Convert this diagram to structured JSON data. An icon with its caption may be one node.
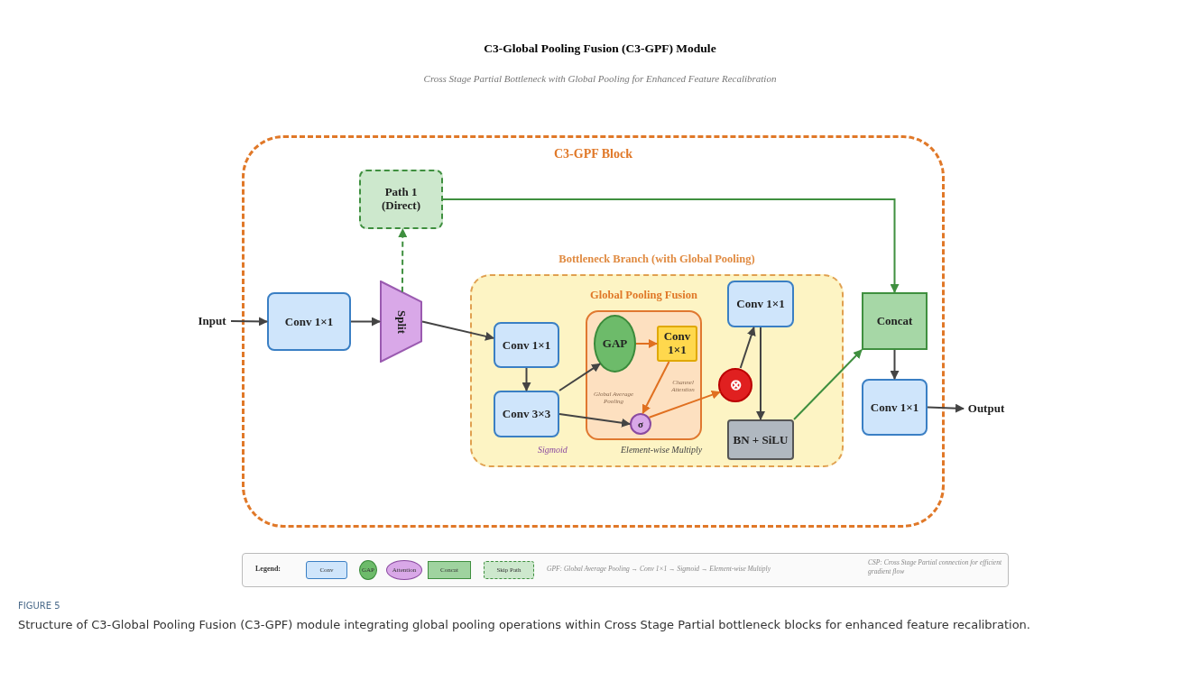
{
  "diagram": {
    "title": "C3-Global Pooling Fusion (C3-GPF) Module",
    "caption": "Structure of C3-Global Pooling Fusion (C3-GPF) module integrating global pooling operations within Cross Stage Partial bottleneck blocks for enhanced feature recalibration.",
    "nodes": [
      {
        "text": [
          "C3-GPF Block"
        ]
      },
      {
        "text": [
          "Input"
        ]
      },
      {
        "text": [
          "Conv 1×1"
        ],
        "in": 0
      },
      {
        "text": [
          "Split"
        ],
        "in": 0
      },
      {
        "text": [
          "Path 1 (Direct)"
        ],
        "in": 0
      },
      {
        "text": [
          "Bottleneck Branch (with Global Pooling)"
        ],
        "in": 0
      },
      {
        "text": [
          "Global Pooling Fusion",
          "Global Average Pooling",
          "Channel Attention"
        ],
        "in": 5
      },
      {
        "text": [
          "Conv 1×1"
        ],
        "in": 5
      },
      {
        "text": [
          "Conv 3×3"
        ],
        "in": 5
      },
      {
        "text": [
          "GAP"
        ],
        "in": 6
      },
      {
        "text": [
          "Conv 1×1"
        ],
        "in": 6
      },
      {
        "text": [
          "σ"
        ],
        "in": 6
      },
      {
        "text": [
          "⊗"
        ],
        "in": 5
      },
      {
        "text": [
          "Conv 1×1"
        ],
        "in": 5
      },
      {
        "text": [
          "BN + SiLU"
        ],
        "in": 5
      },
      {
        "text": [
          "Concat"
        ],
        "in": 0
      },
      {
        "text": [
          "Conv 1×1"
        ],
        "in": 0
      },
      {
        "text": [
          "Output"
        ]
      }
    ],
    "edges": [
      {
        "from": 1,
        "to": 2,
        "arrow": "to"
      },
      {
        "from": 2,
        "to": 3,
        "arrow": "to"
      },
      {
        "from": 3,
        "to": 4,
        "arrow": "to",
        "style": "dashed",
        "color": "#3f8f3f"
      },
      {
        "from": 3,
        "to": 7,
        "arrow": "to"
      },
      {
        "from": 4,
        "to": 15,
        "arrow": "to",
        "color": "#3f8f3f"
      },
      {
        "from": 7,
        "to": 8,
        "arrow": "to"
      },
      {
        "from": 8,
        "to": 9,
        "arrow": "to"
      },
      {
        "from": 8,
        "to": 11,
        "arrow": "to"
      },
      {
        "from": 9,
        "to": 10,
        "arrow": "to",
        "color": "#e07020"
      },
      {
        "from": 10,
        "to": 11,
        "arrow": "to",
        "color": "#e07020"
      },
      {
        "from": 11,
        "to": 12,
        "arrow": "to",
        "color": "#e07020"
      },
      {
        "from": 12,
        "to": 13,
        "arrow": "to"
      },
      {
        "from": 13,
        "to": 14,
        "arrow": "to"
      },
      {
        "from": 14,
        "to": 15,
        "arrow": "to",
        "color": "#3f8f3f"
      },
      {
        "from": 15,
        "to": 16,
        "arrow": "to"
      },
      {
        "from": 16,
        "to": 17,
        "arrow": "to"
      }
    ],
    "labels": [
      "Cross Stage Partial Bottleneck with Global Pooling for Enhanced Feature Recalibration",
      "Sigmoid",
      "Element-wise Multiply",
      "Legend:",
      "GPF: Global Average Pooling → Conv 1×1 → Sigmoid → Element-wise Multiply",
      "CSP: Cross Stage Partial connection for efficient gradient flow",
      "FIGURE 5"
    ],
    "legend": [
      {
        "text": "Conv",
        "color": "#cfe5fb"
      },
      {
        "text": "GAP",
        "color": "#6dbb6a"
      },
      {
        "text": "Attention",
        "color": "#d9a8e8"
      },
      {
        "text": "Concat",
        "color": "#9fd39f"
      },
      {
        "text": "Skip Path"
      }
    ]
  }
}
